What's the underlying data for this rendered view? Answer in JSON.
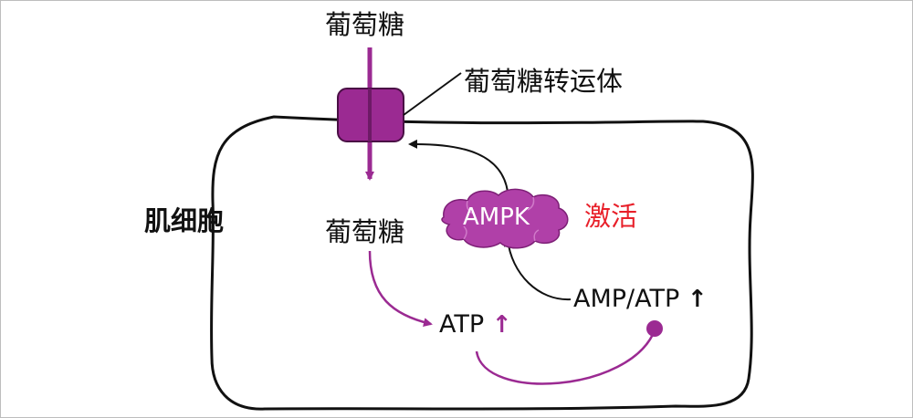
{
  "diagram": {
    "glucose_outside": "葡萄糖",
    "transporter_label": "葡萄糖转运体",
    "cell_label": "肌细胞",
    "glucose_inside": "葡萄糖",
    "ampk_label": "AMPK",
    "activation_label": "激活",
    "atp_label": "ATP",
    "atp_trend": "↑",
    "ratio_label": "AMP/ATP",
    "ratio_trend": "↑"
  },
  "colors": {
    "pathway": "#9b2a92",
    "transporter_fill": "#9b2a92",
    "transporter_stroke": "#4a0f45",
    "ampk_fill": "#b040a8",
    "activation_text": "#e8202a",
    "lines": "#111111"
  }
}
